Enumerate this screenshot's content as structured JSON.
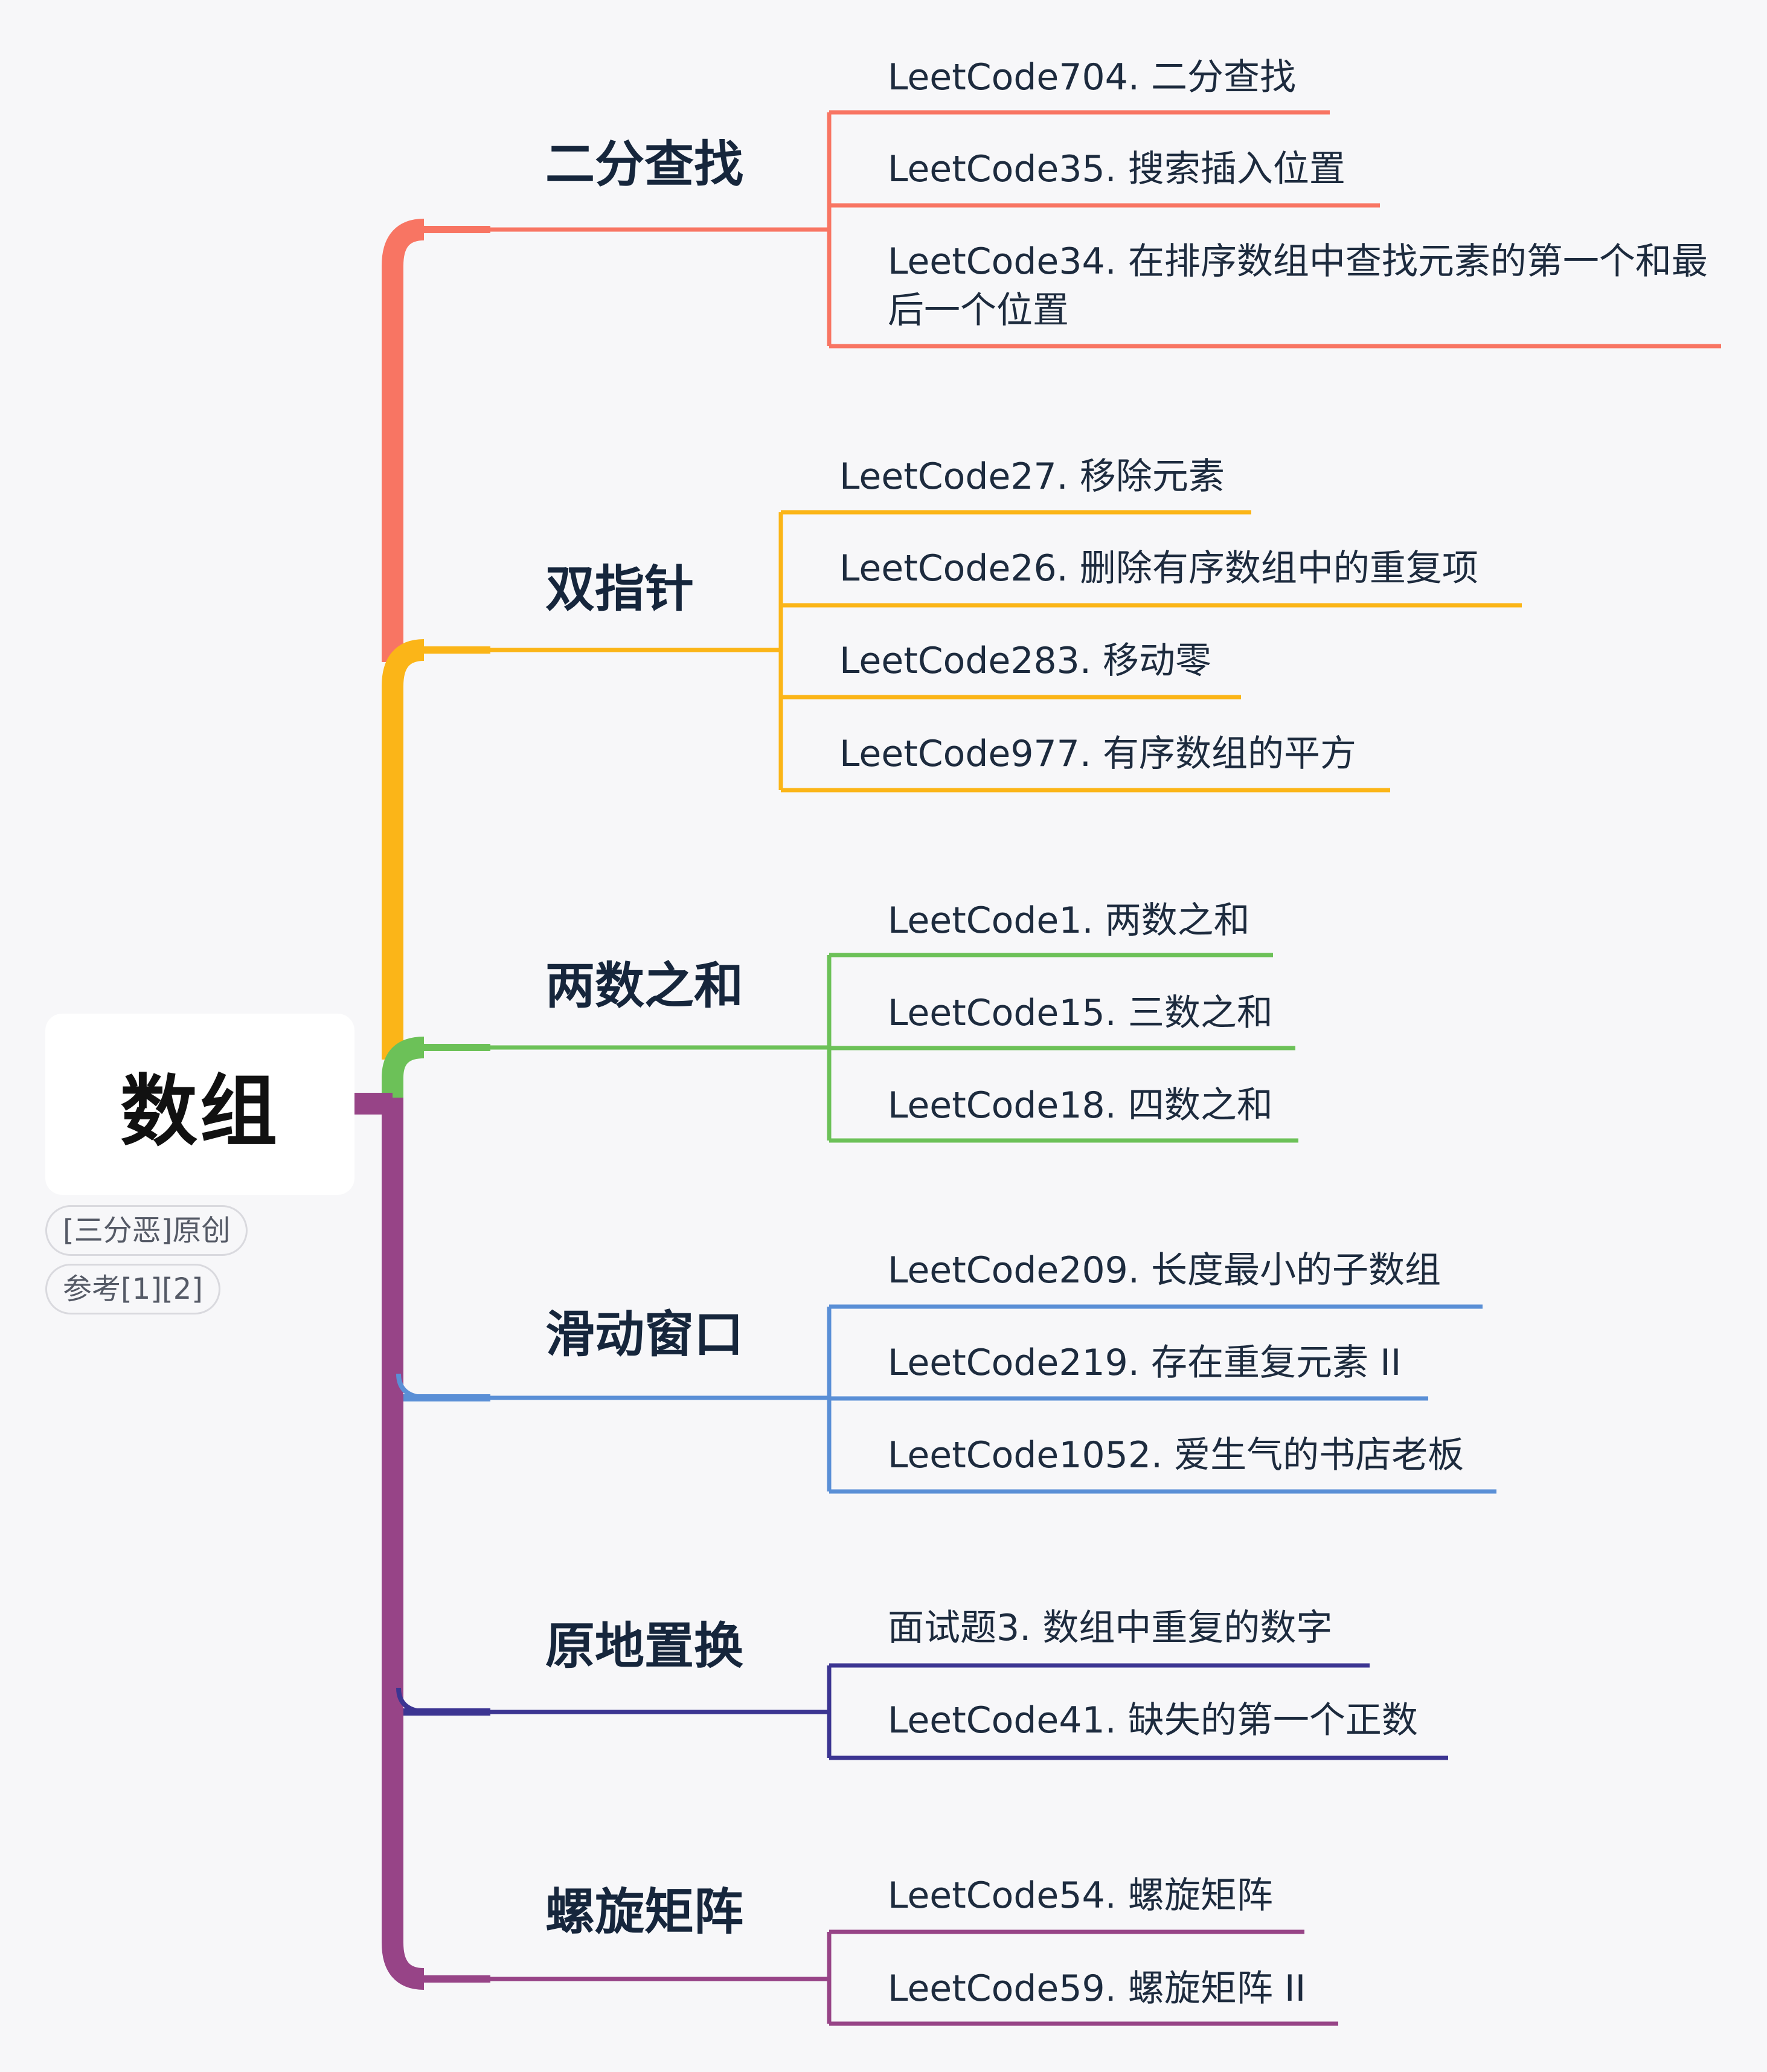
{
  "root": {
    "title": "数组",
    "tags": [
      "[三分恶]原创",
      "参考[1][2]"
    ]
  },
  "branches": [
    {
      "label": "二分查找",
      "color": "#f87563",
      "leaves": [
        "LeetCode704. 二分查找",
        "LeetCode35. 搜索插入位置",
        "LeetCode34. 在排序数组中查找元素的第一个和最后一个位置"
      ]
    },
    {
      "label": "双指针",
      "color": "#fbb518",
      "leaves": [
        "LeetCode27. 移除元素",
        "LeetCode26. 删除有序数组中的重复项",
        "LeetCode283. 移动零",
        "LeetCode977. 有序数组的平方"
      ]
    },
    {
      "label": "两数之和",
      "color": "#6cc158",
      "leaves": [
        "LeetCode1. 两数之和",
        "LeetCode15. 三数之和",
        "LeetCode18. 四数之和"
      ]
    },
    {
      "label": "滑动窗口",
      "color": "#5a8fd6",
      "leaves": [
        "LeetCode209. 长度最小的子数组",
        "LeetCode219. 存在重复元素 II",
        "LeetCode1052. 爱生气的书店老板"
      ]
    },
    {
      "label": "原地置换",
      "color": "#3c3592",
      "leaves": [
        "面试题3. 数组中重复的数字",
        "LeetCode41. 缺失的第一个正数"
      ]
    },
    {
      "label": "螺旋矩阵",
      "color": "#974487",
      "leaves": [
        "LeetCode54. 螺旋矩阵",
        "LeetCode59. 螺旋矩阵 II"
      ]
    }
  ]
}
